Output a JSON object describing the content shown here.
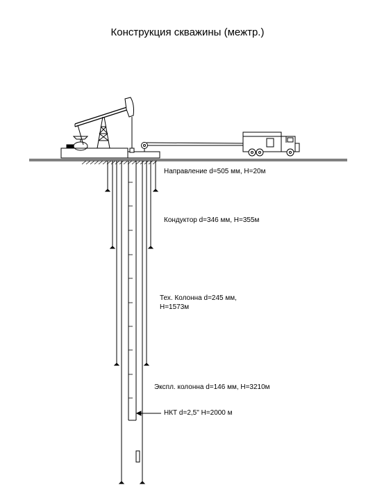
{
  "title": "Конструкция скважины (межтр.)",
  "labels": {
    "direction": "Направление  d=505 мм, H=20м",
    "conductor": "Кондуктор  d=346 мм, H=355м",
    "tech_line1": "Тех. Колонна  d=245 мм,",
    "tech_line2": "H=1573м",
    "production": "Экспл. колонна  d=146 мм, H=3210м",
    "tubing": "НКТ d=2,5\" H=2000 м"
  },
  "colors": {
    "line": "#000000",
    "truck_fill": "#ffffff"
  }
}
